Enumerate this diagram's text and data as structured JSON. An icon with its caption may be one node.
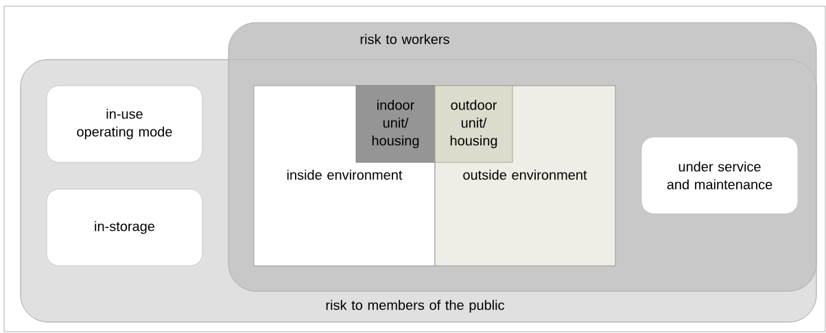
{
  "diagram": {
    "nodes": [
      {
        "text": [
          "risk to workers"
        ]
      },
      {
        "text": [
          "risk to members of the public"
        ]
      },
      {
        "text": [
          "in-use operating mode"
        ],
        "in": 1
      },
      {
        "text": [
          "in-storage"
        ],
        "in": 1
      },
      {
        "text": [
          "inside environment"
        ],
        "in": 0
      },
      {
        "text": [
          "indoor unit/ housing"
        ],
        "in": 4
      },
      {
        "text": [
          "outside environment"
        ],
        "in": 0
      },
      {
        "text": [
          "outdoor unit/ housing"
        ],
        "in": 6
      },
      {
        "text": [
          "under service and maintenance"
        ],
        "in": 0
      }
    ]
  }
}
